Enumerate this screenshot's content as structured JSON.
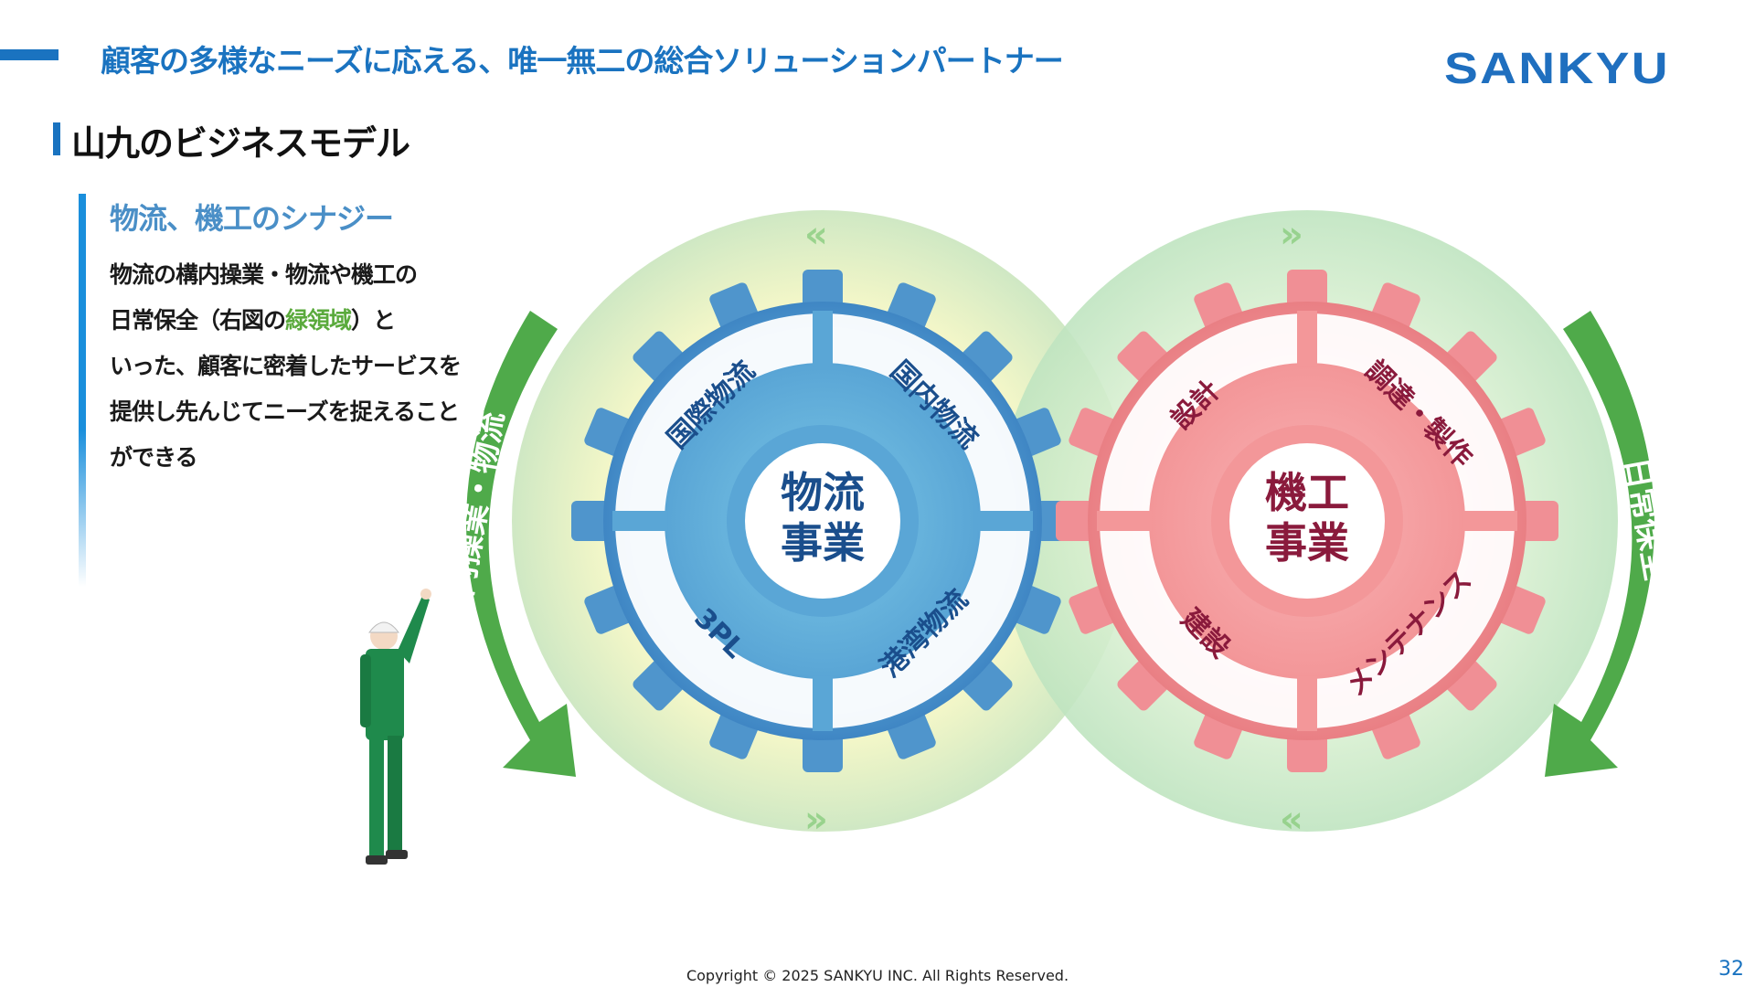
{
  "header": {
    "title": "顧客の多様なニーズに応える、唯一無二の総合ソリューションパートナー",
    "logo": "SANKYU"
  },
  "section": {
    "title": "山九のビジネスモデル"
  },
  "content": {
    "subtitle": "物流、機工のシナジー",
    "lines": [
      "物流の構内操業・物流や機工の",
      "日常保全（右図の",
      "緑領域",
      "）と",
      "いった、顧客に密着したサービスを",
      "提供し先んじてニーズを捉えること",
      "ができる"
    ]
  },
  "diagram": {
    "left_gear": {
      "center": [
        "物流",
        "事業"
      ],
      "segments": [
        "国際物流",
        "国内物流",
        "港湾物流",
        "3PL"
      ]
    },
    "right_gear": {
      "center": [
        "機工",
        "事業"
      ],
      "segments": [
        "設計",
        "調達・製作",
        "メンテナンス",
        "建設"
      ]
    },
    "left_arrow_label": "構内操業・物流",
    "right_arrow_label": "日常保全"
  },
  "colors": {
    "accent": "#1a73c0",
    "logistics_gear": "#4f95cc",
    "machinery_gear": "#f08f95",
    "green_band": "#4faa4a"
  },
  "footer": {
    "copyright": "Copyright © 2025 SANKYU INC. All Rights Reserved.",
    "page": "32"
  }
}
